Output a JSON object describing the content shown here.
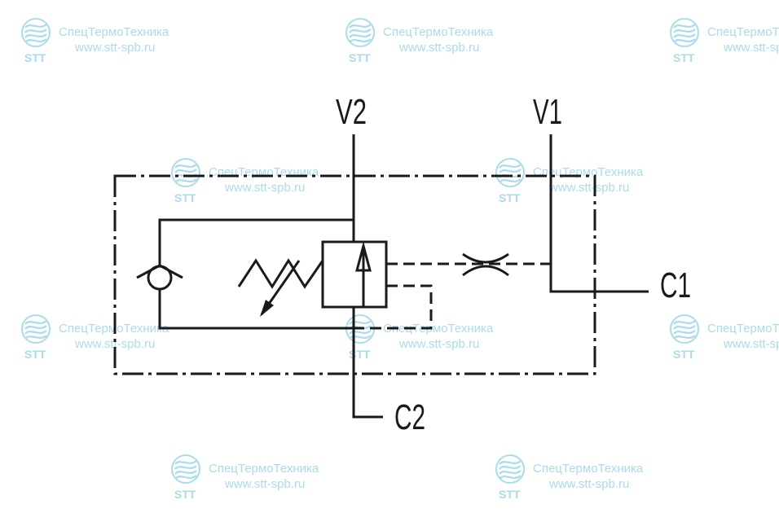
{
  "ports": {
    "v2": "V2",
    "v1": "V1",
    "c1": "C1",
    "c2": "C2"
  },
  "watermark": {
    "company": "СпецТермоТехника",
    "url": "www.stt-spb.ru",
    "brand": "STT",
    "color": "#a9dcec"
  },
  "colors": {
    "line": "#1a1a1a",
    "background": "#ffffff"
  }
}
